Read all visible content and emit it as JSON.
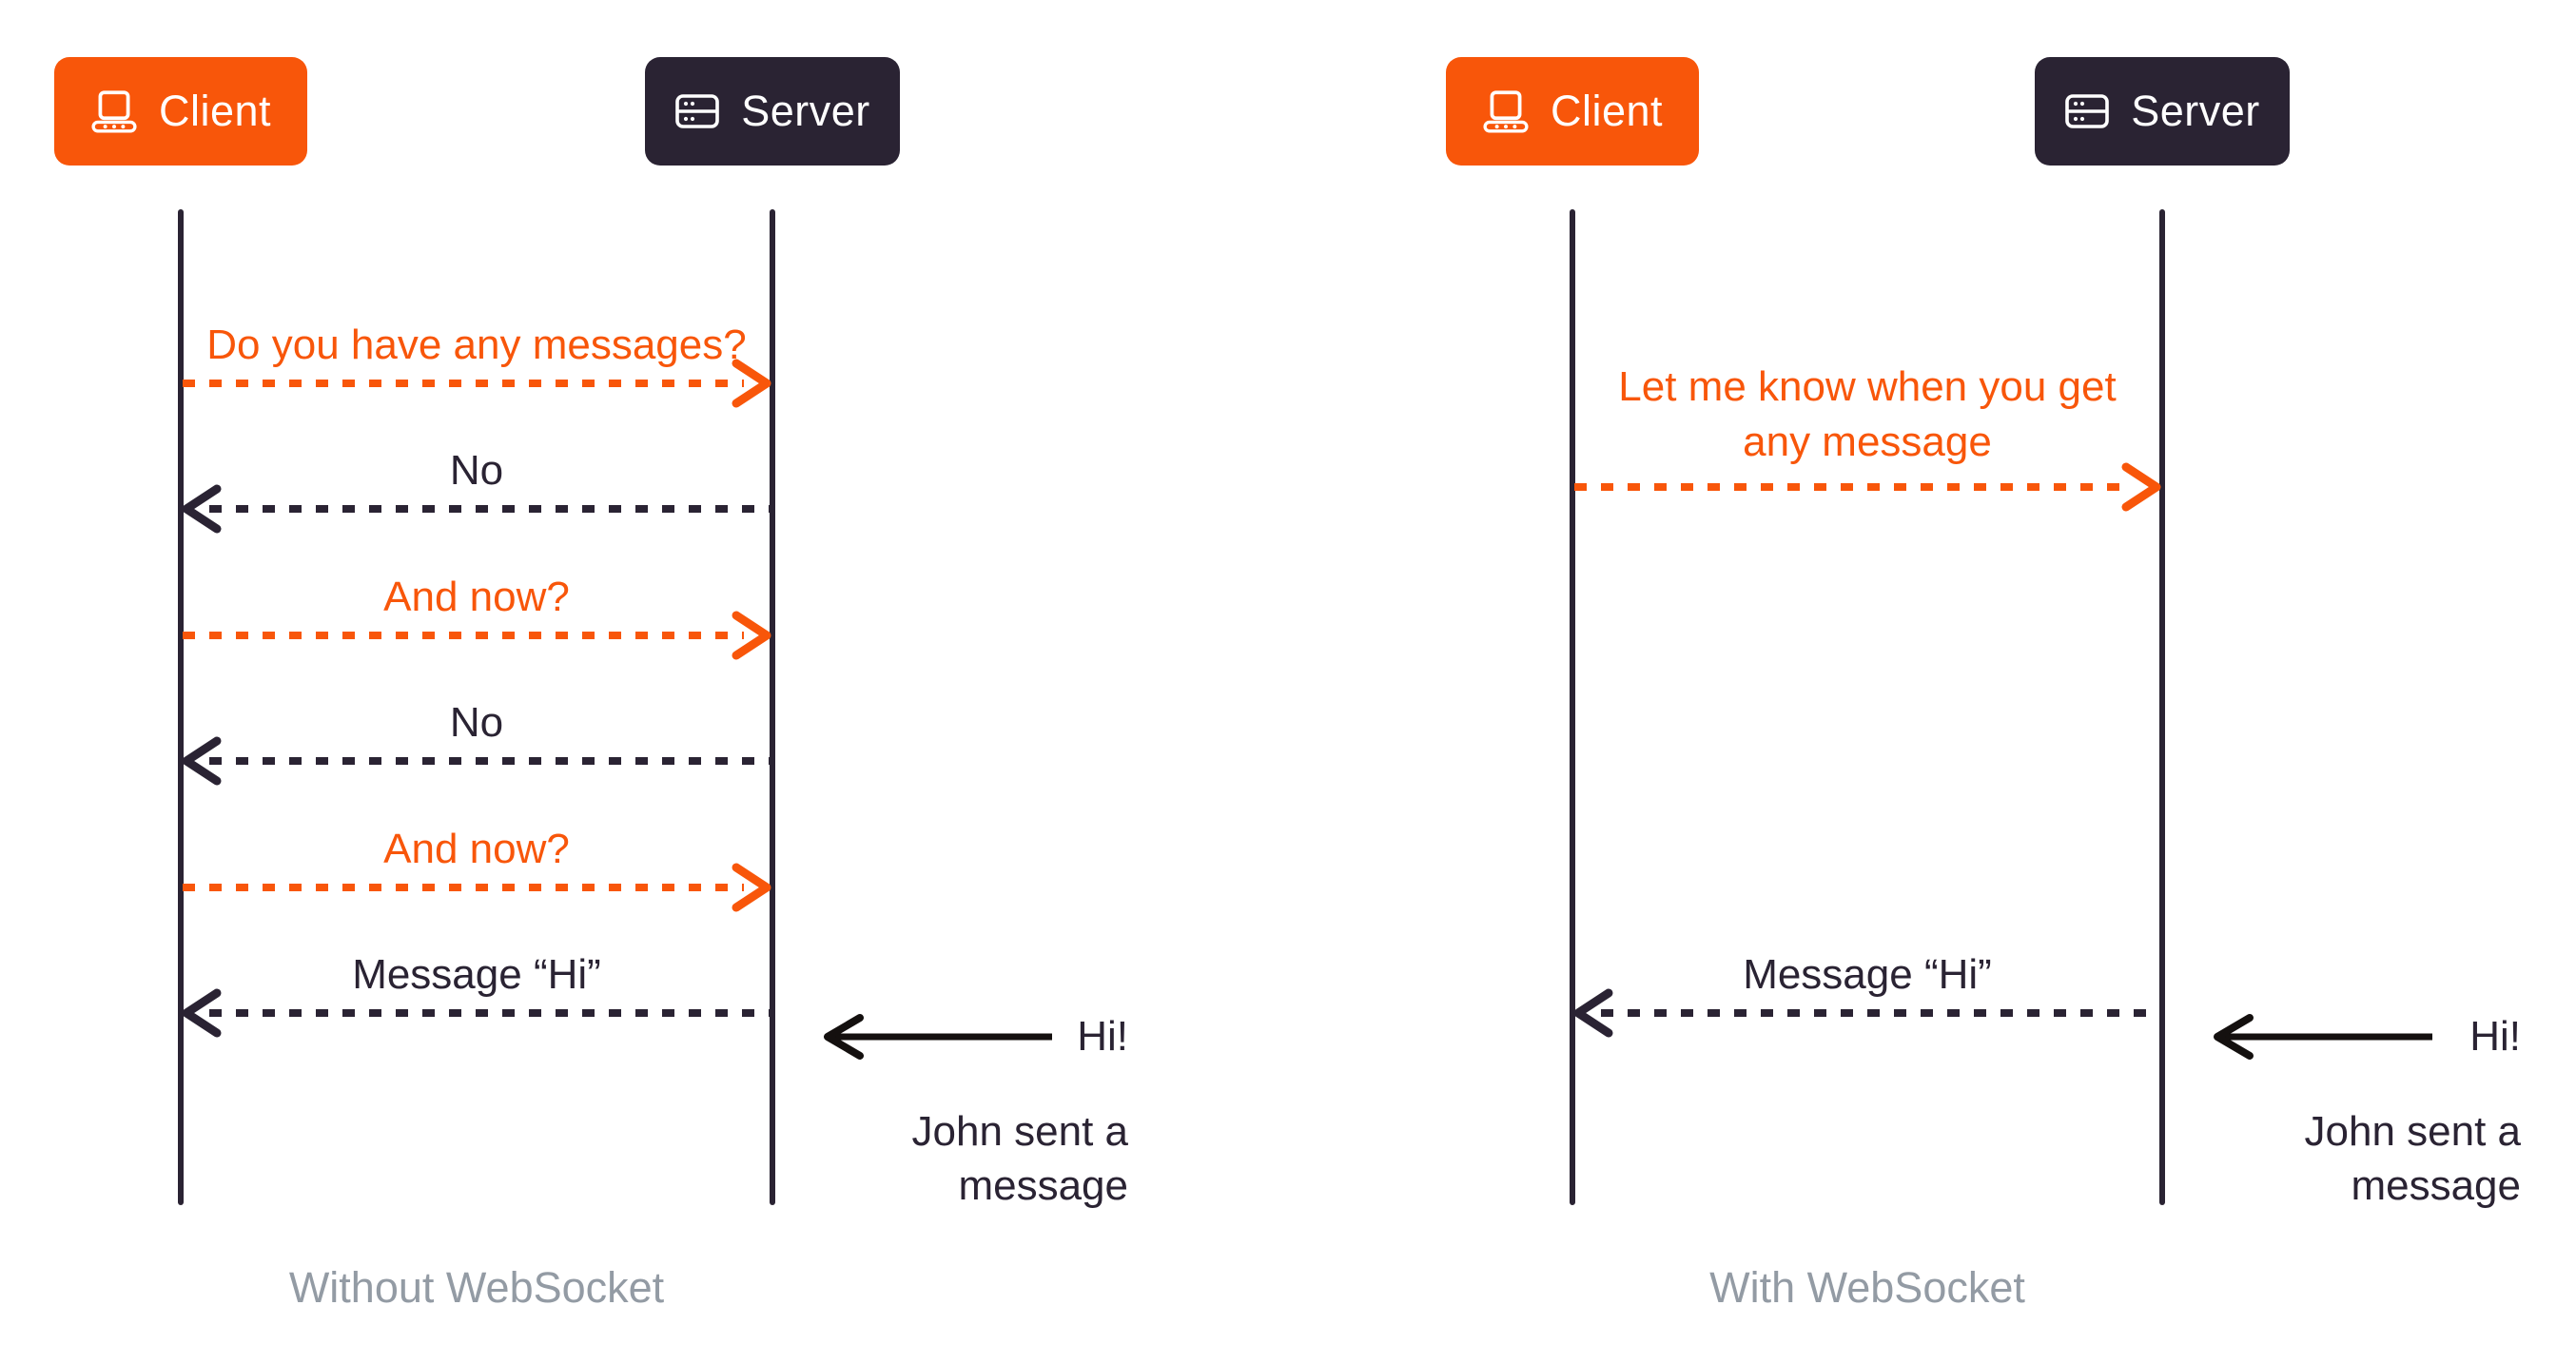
{
  "colors": {
    "orange": "#F8560A",
    "dark": "#2A2333",
    "caption_gray": "#939BA4",
    "background": "#FFFFFF",
    "button_text": "#FFFFFF"
  },
  "icons": {
    "client": "laptop-icon",
    "server": "server-icon"
  },
  "panels": [
    {
      "caption": "Without WebSocket",
      "client_label": "Client",
      "server_label": "Server",
      "messages": [
        {
          "label": "Do you have any messages?",
          "from": "client",
          "to": "server",
          "style": "dashed",
          "color": "#F8560A"
        },
        {
          "label": "No",
          "from": "server",
          "to": "client",
          "style": "dashed",
          "color": "#2A2333"
        },
        {
          "label": "And now?",
          "from": "client",
          "to": "server",
          "style": "dashed",
          "color": "#F8560A"
        },
        {
          "label": "No",
          "from": "server",
          "to": "client",
          "style": "dashed",
          "color": "#2A2333"
        },
        {
          "label": "And now?",
          "from": "client",
          "to": "server",
          "style": "dashed",
          "color": "#F8560A"
        },
        {
          "label": "Message “Hi”",
          "from": "server",
          "to": "client",
          "style": "dashed",
          "color": "#2A2333"
        }
      ],
      "external_event": {
        "exclamation": "Hi!",
        "note": "John sent a\nmessage",
        "arrow_style": "solid",
        "arrow_direction": "toward-server"
      }
    },
    {
      "caption": "With WebSocket",
      "client_label": "Client",
      "server_label": "Server",
      "messages": [
        {
          "label": "Let me know when you get\nany message",
          "from": "client",
          "to": "server",
          "style": "dashed",
          "color": "#F8560A"
        },
        {
          "label": "Message “Hi”",
          "from": "server",
          "to": "client",
          "style": "dashed",
          "color": "#2A2333"
        }
      ],
      "external_event": {
        "exclamation": "Hi!",
        "note": "John sent a\nmessage",
        "arrow_style": "solid",
        "arrow_direction": "toward-server"
      }
    }
  ]
}
